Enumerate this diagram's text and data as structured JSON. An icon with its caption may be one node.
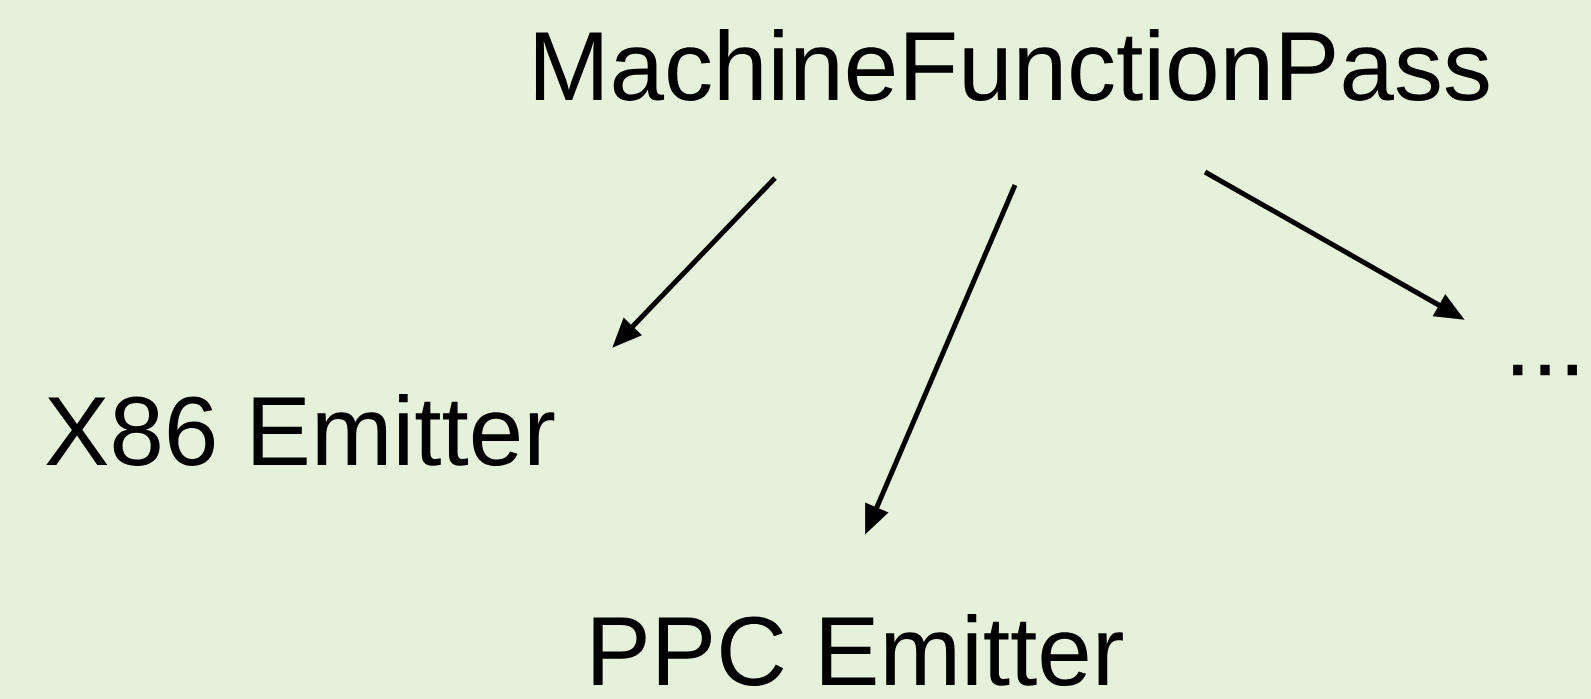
{
  "diagram": {
    "nodes": [
      {
        "text": [
          "MachineFunctionPass"
        ]
      },
      {
        "text": [
          "X86 Emitter"
        ]
      },
      {
        "text": [
          "PPC Emitter"
        ]
      },
      {
        "text": [
          "..."
        ]
      }
    ],
    "edges": [
      {
        "from": 0,
        "to": 1,
        "arrow": "to"
      },
      {
        "from": 0,
        "to": 2,
        "arrow": "to"
      },
      {
        "from": 0,
        "to": 3,
        "arrow": "to"
      }
    ]
  }
}
